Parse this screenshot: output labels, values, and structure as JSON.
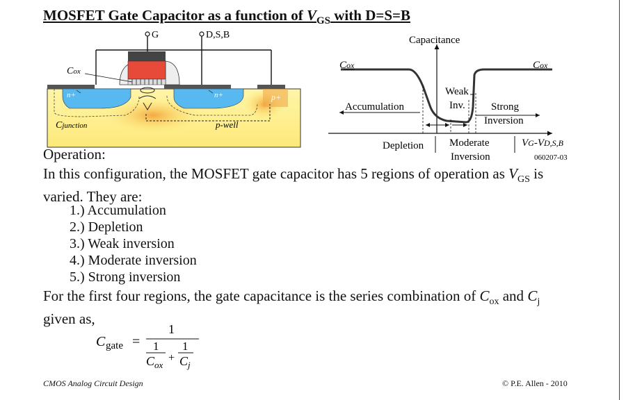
{
  "title": {
    "prefix": "MOSFET Gate Capacitor as a function of ",
    "var": "V",
    "sub": "GS",
    "suffix": " with D=S=B"
  },
  "device": {
    "gate_label": "G",
    "dsb_label": "D,S,B",
    "cox_label": "C",
    "cox_sub": "ox",
    "nplus_left": "n+",
    "nplus_right": "n+",
    "pplus": "p+",
    "cjunction": "C",
    "cjunction_sub": "junction",
    "pwell": "p-well"
  },
  "graph": {
    "capacitance_label": "Capacitance",
    "cox_left": "C",
    "cox_left_sub": "ox",
    "cox_right": "C",
    "cox_right_sub": "ox",
    "accumulation": "Accumulation",
    "weak": "Weak",
    "inv": "Inv.",
    "strong": "Strong",
    "inversion": "Inversion",
    "depletion": "Depletion",
    "moderate": "Moderate",
    "moderate_inv": "Inversion",
    "xaxis_v": "V",
    "xaxis_g": "G",
    "xaxis_mid": "-V",
    "xaxis_sub": "D,S,B",
    "figure_id": "060207-03"
  },
  "operation": "Operation:",
  "para1": {
    "text": "In this configuration, the MOSFET gate capacitor has 5 regions of operation as ",
    "var": "V",
    "sub": "GS",
    "end": " is"
  },
  "para1b": "varied.  They are:",
  "regions": [
    "1.) Accumulation",
    "2.) Depletion",
    "3.) Weak inversion",
    "4.) Moderate inversion",
    "5.) Strong inversion"
  ],
  "para2": {
    "text": "For the first four regions, the gate capacitance is the series combination of ",
    "c1": "C",
    "c1sub": "ox",
    "and": " and ",
    "c2": "C",
    "c2sub": "j"
  },
  "para2b": "given as,",
  "formula": {
    "lhs": "C",
    "lhs_sub": "gate",
    "eq": " = ",
    "num": "1",
    "one_a": "1",
    "one_b": "1",
    "d1": "C",
    "d1sub": "ox",
    "plus": "+",
    "d2": "C",
    "d2sub": "j"
  },
  "footer_left": "CMOS Analog Circuit Design",
  "footer_right": "© P.E. Allen - 2010"
}
